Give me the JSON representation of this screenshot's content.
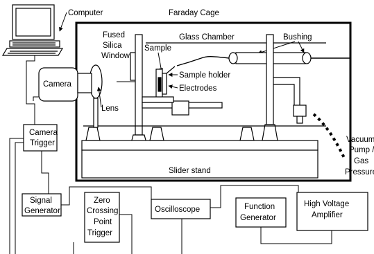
{
  "labels": {
    "computer": "Computer",
    "faraday_cage": "Faraday Cage",
    "glass_chamber": "Glass Chamber",
    "bushing": "Bushing",
    "fused_silica_window": [
      "Fused",
      "Silica",
      "Window"
    ],
    "sample": "Sample",
    "sample_holder": "Sample holder",
    "electrodes": "Electrodes",
    "camera": "Camera",
    "lens": "Lens",
    "camera_trigger": [
      "Camera",
      "Trigger"
    ],
    "slider_stand": "Slider stand",
    "vacuum_pump": [
      "Vacuum",
      "Pump /",
      "Gas",
      "Pressure"
    ],
    "signal_generator": [
      "Signal",
      "Generator"
    ],
    "zero_crossing": [
      "Zero",
      "Crossing",
      "Point",
      "Trigger"
    ],
    "oscilloscope": "Oscilloscope",
    "function_generator": [
      "Function",
      "Generator"
    ],
    "high_voltage_amplifier": [
      "High Voltage",
      "Amplifier"
    ]
  }
}
